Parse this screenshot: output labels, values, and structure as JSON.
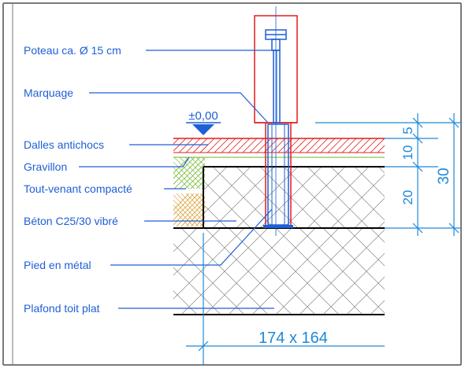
{
  "labels": {
    "poteau": "Poteau ca. Ø 15 cm",
    "marquage": "Marquage",
    "dalles": "Dalles antichocs",
    "gravillon": "Gravillon",
    "tout_venant": "Tout-venant compacté",
    "beton": "Béton C25/30 vibré",
    "pied": "Pied en métal",
    "plafond": "Plafond toit plat"
  },
  "level": "±0,00",
  "dimensions": {
    "d5": "5",
    "d10": "10",
    "d20": "20",
    "d30": "30",
    "footing": "174 x 164"
  },
  "colors": {
    "annotation": "#1f5fd6",
    "dimension": "#1e88d8",
    "outline": "#e31b1b",
    "hatch_red": "#e31b1b",
    "gravel": "#6fb52c",
    "soil": "#d79a2a",
    "concrete_hatch": "#888888",
    "ink": "#000000"
  }
}
